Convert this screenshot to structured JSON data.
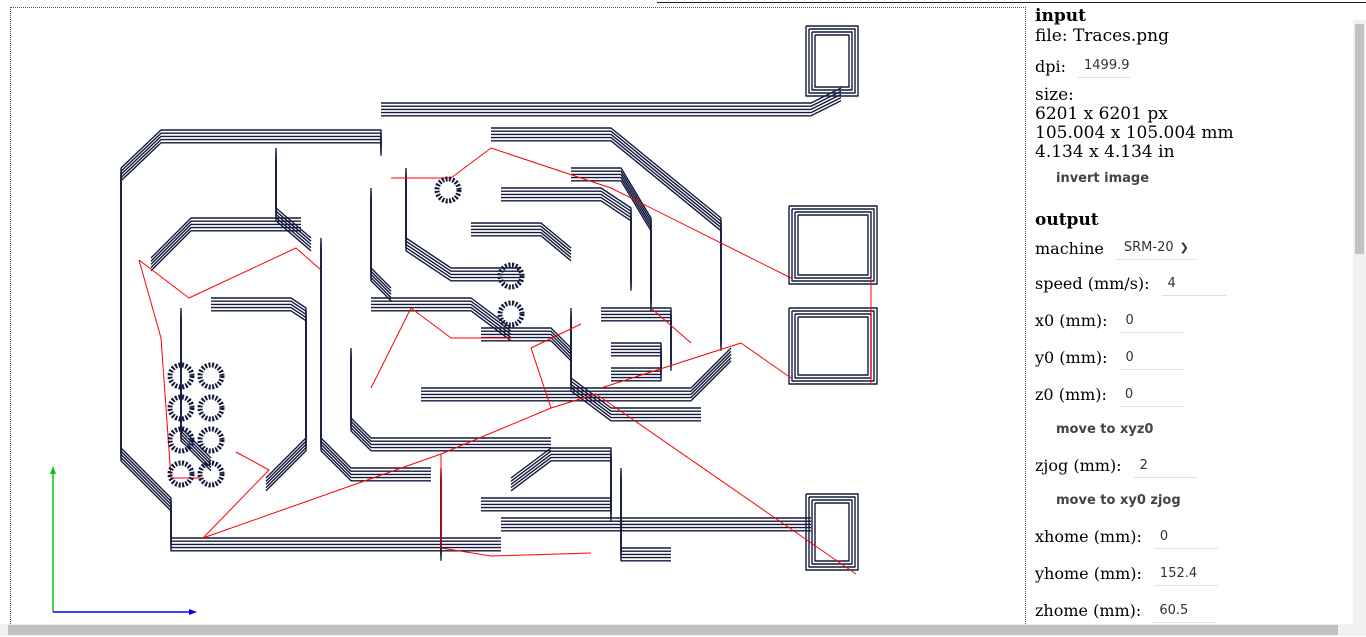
{
  "input": {
    "title": "input",
    "file": "file: Traces.png",
    "dpi_label": "dpi:",
    "dpi_value": "1499.9",
    "size_label": "size:",
    "size_px": "6201 x 6201 px",
    "size_mm": "105.004 x 105.004 mm",
    "size_in": "4.134 x 4.134 in",
    "invert_button": "invert image"
  },
  "output": {
    "title": "output",
    "machine_label": "machine",
    "machine_value": "SRM-20",
    "speed_label": "speed (mm/s):",
    "speed_value": "4",
    "x0_label": "x0 (mm):",
    "x0_value": "0",
    "y0_label": "y0 (mm):",
    "y0_value": "0",
    "z0_label": "z0 (mm):",
    "z0_value": "0",
    "move_xyz0_button": "move to xyz0",
    "zjog_label": "zjog (mm):",
    "zjog_value": "2",
    "move_xy0_zjog_button": "move to xy0 zjog",
    "xhome_label": "xhome (mm):",
    "xhome_value": "0",
    "yhome_label": "yhome (mm):",
    "yhome_value": "152.4",
    "zhome_label": "zhome (mm):",
    "zhome_value": "60.5"
  },
  "colors": {
    "trace": "#141a3c",
    "jump": "#ff0000",
    "axis_x": "#0000ff",
    "axis_y": "#00cc00"
  }
}
